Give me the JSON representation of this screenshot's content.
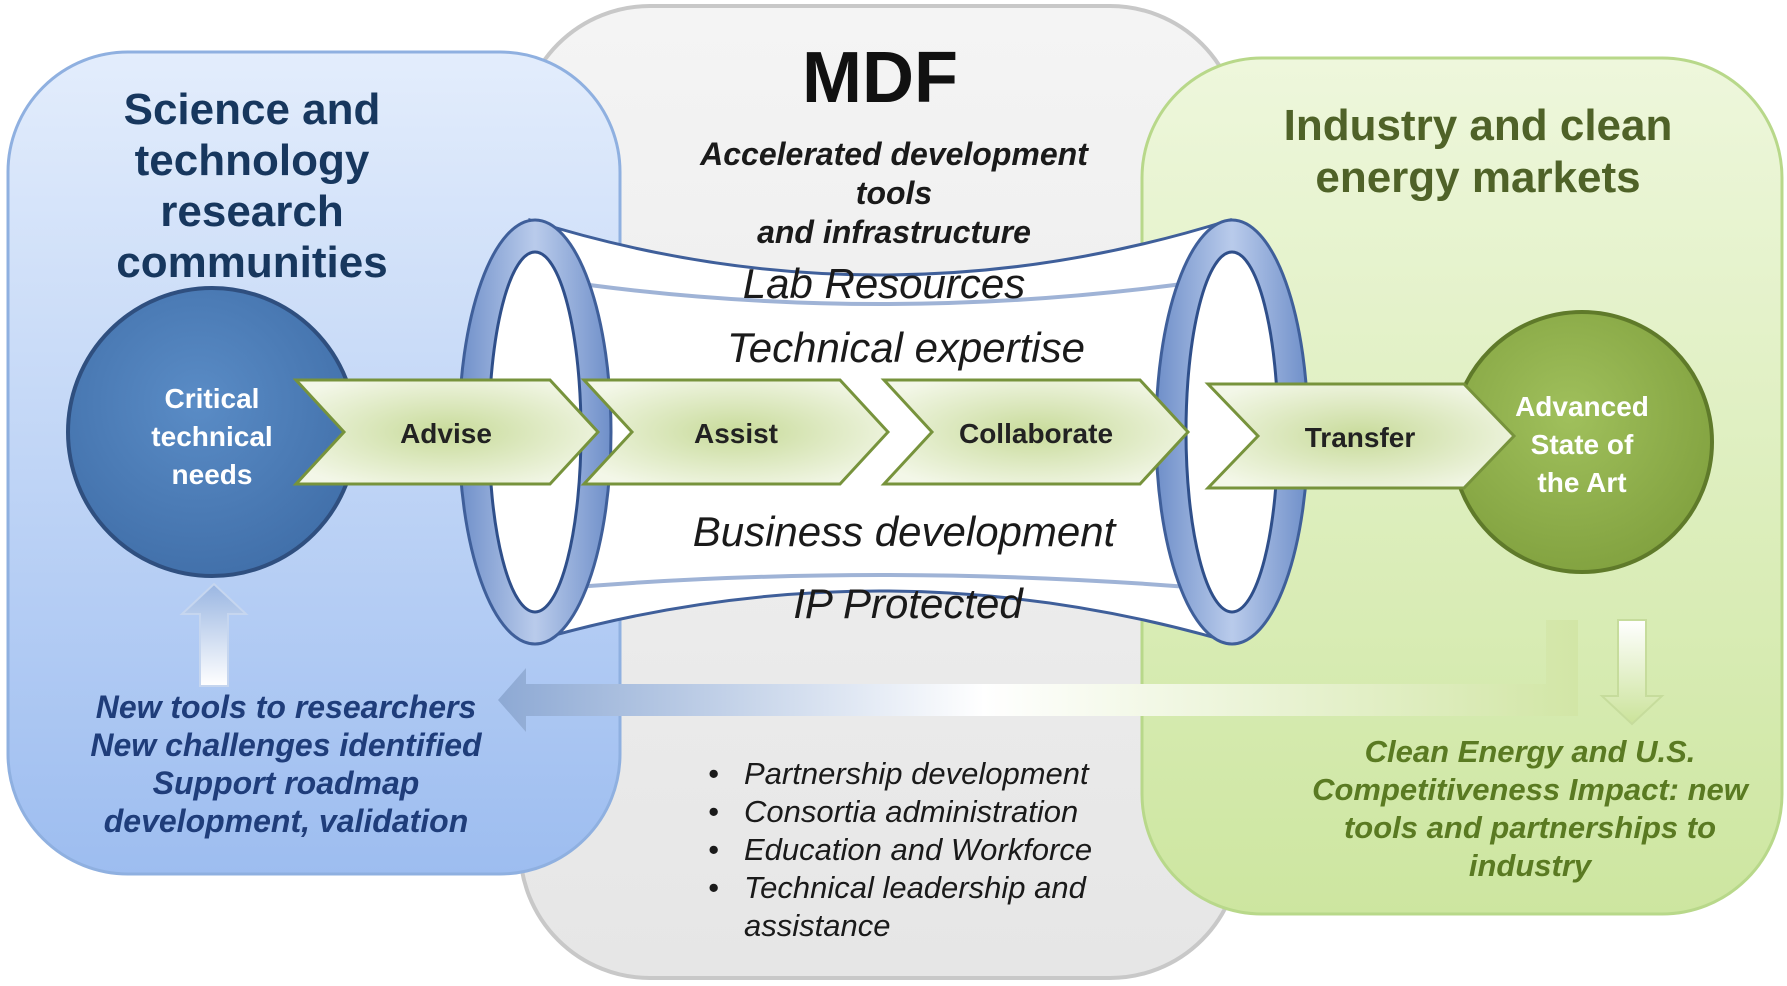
{
  "left_panel": {
    "title_lines": [
      "Science and",
      "technology",
      "research",
      "communities"
    ],
    "circle_lines": [
      "Critical",
      "technical",
      "needs"
    ],
    "notes": [
      "New tools to researchers",
      "New challenges identified",
      "Support roadmap",
      "development, validation"
    ]
  },
  "center_panel": {
    "title": "MDF",
    "subtitle_lines": [
      "Accelerated development",
      "tools",
      "and infrastructure"
    ],
    "pipe_labels": {
      "lab_resources": "Lab Resources",
      "technical_expertise": "Technical expertise",
      "business_development": "Business development",
      "ip_protected": "IP Protected"
    },
    "bullets": [
      "Partnership development",
      "Consortia administration",
      "Education and Workforce",
      "Technical leadership and",
      "assistance"
    ],
    "bullet_glyph": "•"
  },
  "right_panel": {
    "title_lines": [
      "Industry and clean",
      "energy markets"
    ],
    "circle_lines": [
      "Advanced",
      "State of",
      "the Art"
    ],
    "notes": [
      "Clean Energy and U.S.",
      "Competitiveness Impact: new",
      "tools and partnerships to",
      "industry"
    ]
  },
  "steps": [
    "Advise",
    "Assist",
    "Collaborate",
    "Transfer"
  ],
  "colors": {
    "left_panel": "#bcd4f7",
    "center_panel": "#ececec",
    "right_panel": "#dff0bd",
    "left_circle": "#4a7ab4",
    "right_circle": "#8fb14a",
    "pipe_ring": "#8ea8d8",
    "chevron_border": "#77933c"
  }
}
